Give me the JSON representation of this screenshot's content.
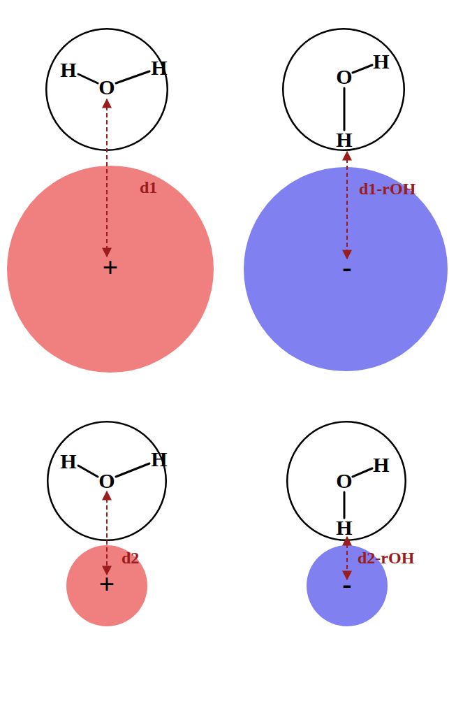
{
  "diagram": {
    "nodes": [
      {
        "text": [
          "H",
          "H",
          "O"
        ]
      },
      {
        "text": [
          "H",
          "O",
          "H"
        ]
      },
      {
        "text": [
          "+"
        ]
      },
      {
        "text": [
          "-"
        ]
      },
      {
        "text": [
          "H",
          "H",
          "O"
        ]
      },
      {
        "text": [
          "H",
          "O",
          "H"
        ]
      },
      {
        "text": [
          "+"
        ]
      },
      {
        "text": [
          "-"
        ]
      }
    ],
    "labels": [
      "d1",
      "d1-rOH",
      "d2",
      "d2-rOH"
    ]
  }
}
